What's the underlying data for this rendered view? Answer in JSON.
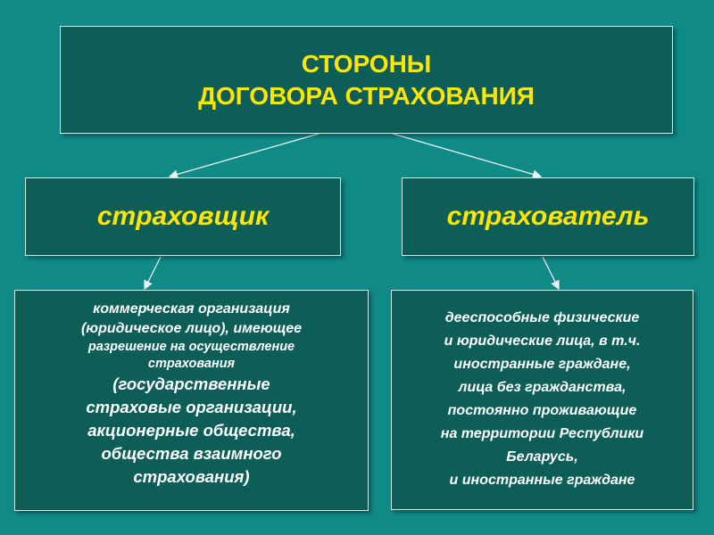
{
  "title": {
    "line1": "СТОРОНЫ",
    "line2": "ДОГОВОРА СТРАХОВАНИЯ"
  },
  "insurer": {
    "label": "страховщик",
    "description": [
      "коммерческая организация",
      "(юридическое лицо), имеющее",
      "разрешение на осуществление",
      "страхования",
      "(государственные",
      "страховые организации,",
      "акционерные общества,",
      "общества взаимного",
      "страхования)"
    ]
  },
  "insured": {
    "label": "страхователь",
    "description": [
      "дееспособные физические",
      "и юридические лица, в т.ч.",
      "иностранные граждане,",
      "лица без гражданства,",
      "постоянно проживающие",
      "на территории Республики",
      "Беларусь,",
      "и иностранные граждане"
    ]
  },
  "colors": {
    "background": "#0f8a86",
    "box_fill": "#0d5e57",
    "heading_text": "#ffe600",
    "body_text": "#ffffff"
  }
}
